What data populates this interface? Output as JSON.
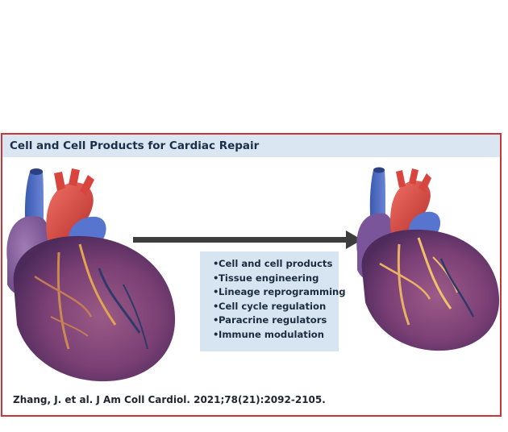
{
  "figure": {
    "title": "Cell and Cell Products for Cardiac Repair",
    "list": [
      "Cell and cell products",
      "Tissue engineering",
      "Lineage reprogramming",
      "Cell cycle regulation",
      "Paracrine regulators",
      "Immune modulation"
    ],
    "bullet": "•",
    "citation": "Zhang, J. et al. J Am Coll Cardiol. 2021;78(21):2092-2105."
  },
  "colors": {
    "frame_border": "#c8363c",
    "title_bar": "#dae7f3",
    "list_box": "#d7e5f3",
    "arrow": "#3d3d3d"
  },
  "icons": {
    "left_heart": "damaged-heart-illustration",
    "right_heart": "repaired-heart-illustration",
    "arrow": "right-arrow-icon"
  }
}
